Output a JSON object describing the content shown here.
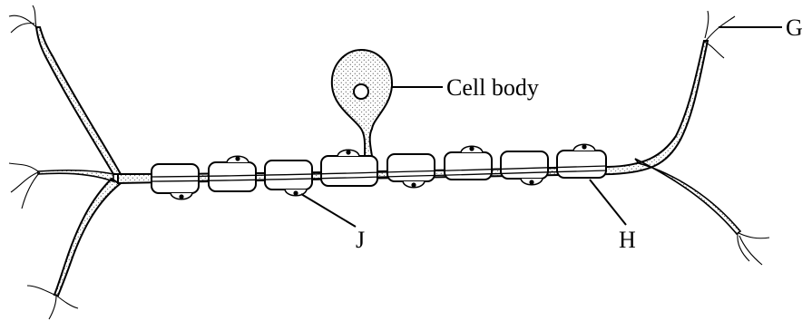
{
  "labels": {
    "cell_body": "Cell body",
    "g": "G",
    "h": "H",
    "j": "J"
  },
  "colors": {
    "ink": "#000000",
    "paper": "#ffffff",
    "stipple": "#222222"
  }
}
